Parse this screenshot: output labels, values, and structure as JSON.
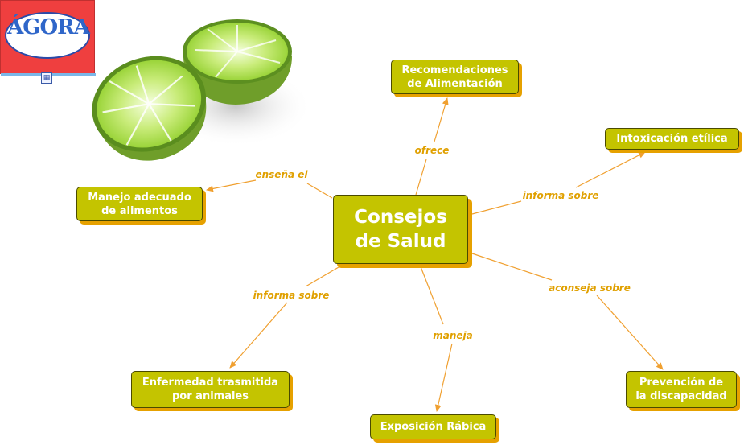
{
  "logo": {
    "text": "ÁGORA"
  },
  "sitemap_icon": "sitemap-icon",
  "decorative_image": "lime-halves",
  "center": {
    "label": "Consejos\nde Salud"
  },
  "nodes": [
    {
      "id": "recomendaciones",
      "label": "Recomendaciones\nde Alimentación"
    },
    {
      "id": "intoxicacion",
      "label": "Intoxicación etílica"
    },
    {
      "id": "manejo",
      "label": "Manejo adecuado\nde alimentos"
    },
    {
      "id": "enfermedad",
      "label": "Enfermedad trasmitida\npor animales"
    },
    {
      "id": "exposicion",
      "label": "Exposición Rábica"
    },
    {
      "id": "prevencion",
      "label": "Prevención de\nla discapacidad"
    }
  ],
  "links": [
    {
      "id": "ofrece",
      "label": "ofrece"
    },
    {
      "id": "informa1",
      "label": "informa sobre"
    },
    {
      "id": "ensena",
      "label": "enseña el"
    },
    {
      "id": "informa2",
      "label": "informa sobre"
    },
    {
      "id": "maneja",
      "label": "maneja"
    },
    {
      "id": "aconseja",
      "label": "aconseja sobre"
    }
  ],
  "colors": {
    "node_fill": "#c4c400",
    "node_border": "#4a4a00",
    "shadow": "#e6a100",
    "link_text": "#e0a000",
    "line": "#f0a030"
  }
}
